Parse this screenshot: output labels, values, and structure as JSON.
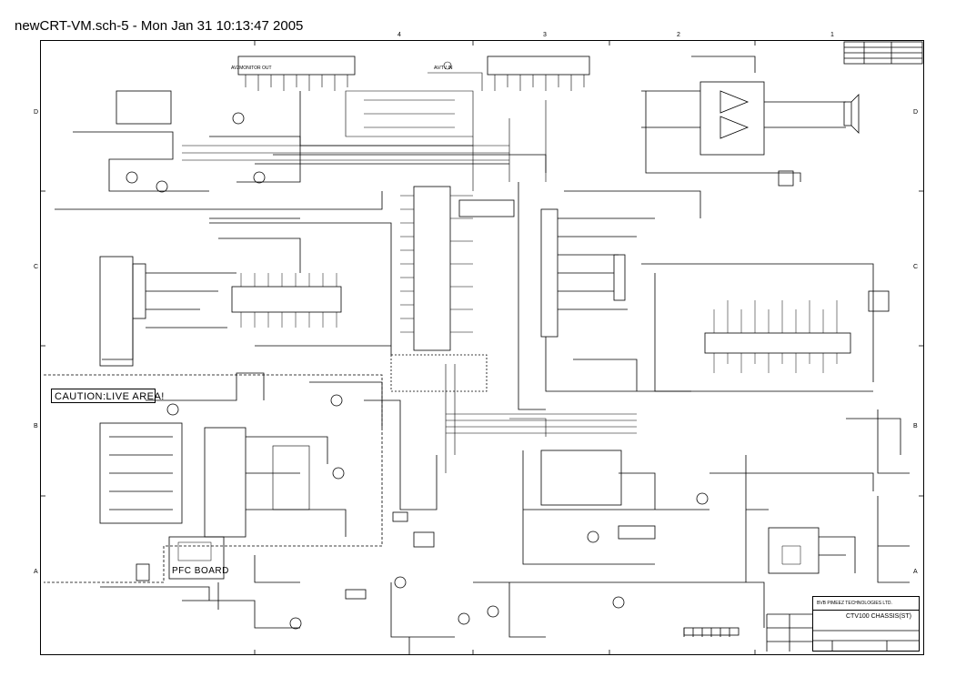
{
  "title": "newCRT-VM.sch-5 - Mon Jan 31 10:13:47 2005",
  "grid": {
    "columns": [
      "4",
      "3",
      "2",
      "1"
    ],
    "rows": [
      "D",
      "C",
      "B",
      "A"
    ]
  },
  "labels": {
    "av_out": "AV2MONITOR OUT",
    "av_in": "AV/TV IN",
    "caution": "CAUTION:LIVE AREA!",
    "pfc_board": "PFC BOARD"
  },
  "title_block": {
    "company": "BVB PIMEEZ TECHNOLOGIES LTD.",
    "chassis": "CTV100 CHASSIS(ST)"
  },
  "colors": {
    "line": "#000000",
    "background": "#ffffff"
  }
}
